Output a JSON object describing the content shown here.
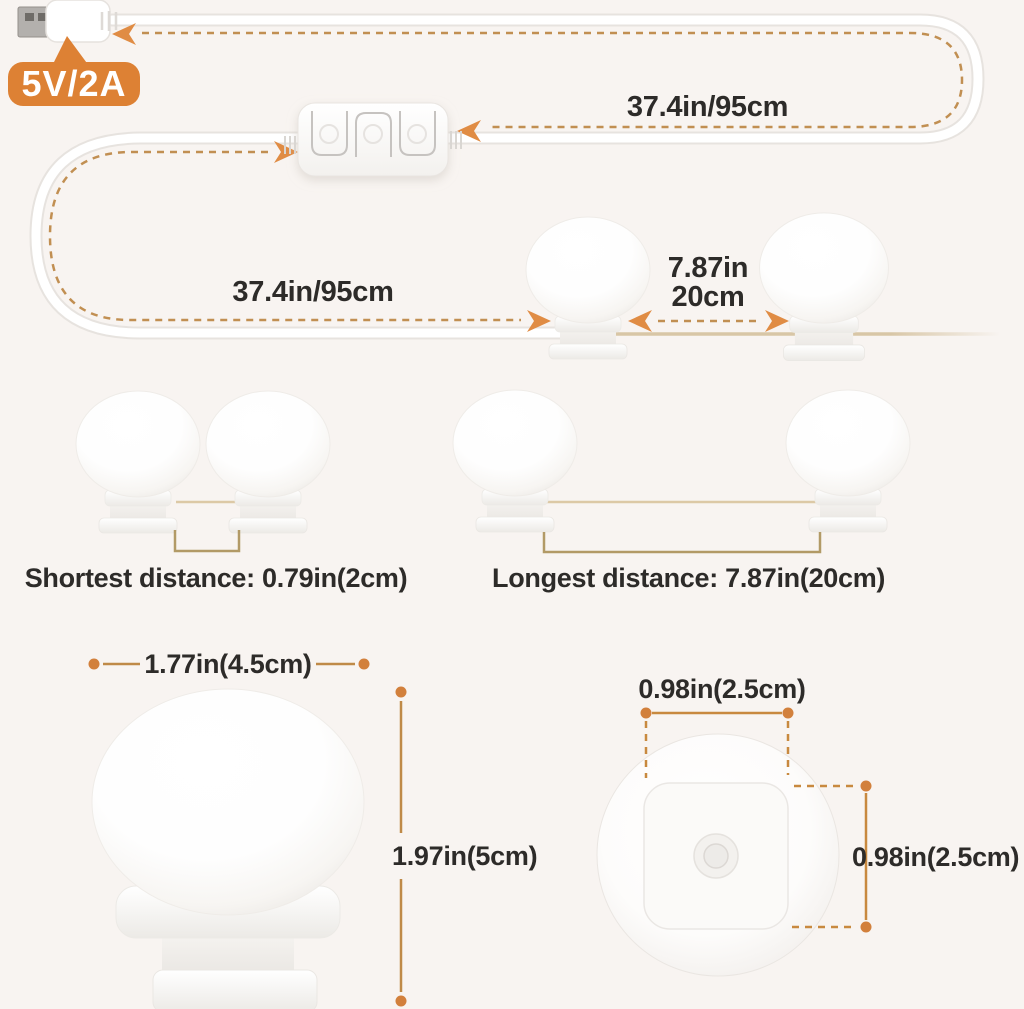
{
  "diagram": {
    "badge": {
      "label": "5V/2A"
    },
    "cable": {
      "usb_to_controller_length": "37.4in/95cm",
      "controller_to_first_light_length": "37.4in/95cm",
      "light_spacing_inches": "7.87in",
      "light_spacing_cm": "20cm"
    },
    "spacing": {
      "shortest_label": "Shortest distance: 0.79in(2cm)",
      "longest_label": "Longest distance: 7.87in(20cm)"
    },
    "bulb_front": {
      "width_label": "1.77in(4.5cm)",
      "height_label": "1.97in(5cm)"
    },
    "bulb_back": {
      "width_label": "0.98in(2.5cm)",
      "height_label": "0.98in(2.5cm)"
    },
    "shapes": [
      "usb-connector",
      "power-cable",
      "inline-controller",
      "vanity-bulb",
      "bulb-front-view",
      "bulb-back-view"
    ],
    "colors": {
      "accent_orange": "#dd8134",
      "arrow_orange": "#e08c44",
      "dash_tan": "#c18f52",
      "dot_orange": "#d2803c",
      "bracket_olive": "#b29a66",
      "text_dark": "#2d2b29",
      "background": "#f8f4f1"
    }
  }
}
